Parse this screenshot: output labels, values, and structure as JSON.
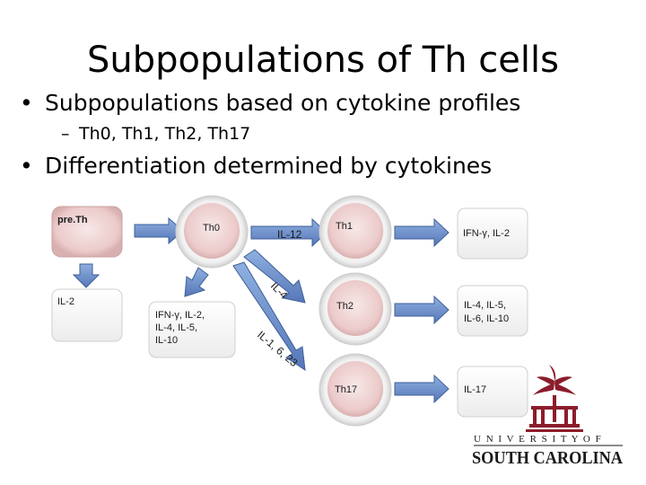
{
  "title": "Subpopulations of Th cells",
  "bullets": [
    {
      "text": "Subpopulations based on cytokine profiles"
    },
    {
      "text": "Differentiation determined by cytokines"
    }
  ],
  "sub_bullet": "Th0, Th1, Th2, Th17",
  "diagram": {
    "cells": {
      "preth": "pre.Th",
      "th0": "Th0",
      "th1": "Th1",
      "th2": "Th2",
      "th17": "Th17"
    },
    "boxes": {
      "il2": "IL-2",
      "th0_line1": "IFN-γ, IL-2,",
      "th0_line2": "IL-4, IL-5,",
      "th0_line3": "IL-10",
      "th1_out": "IFN-γ, IL-2",
      "th2_line1": "IL-4, IL-5,",
      "th2_line2": "IL-6, IL-10",
      "th17_out": "IL-17"
    },
    "inducers": {
      "il12": "IL-12",
      "il4": "IL-4",
      "il1_6_23": "IL-1, 6, 23"
    },
    "colors": {
      "arrow": "#6f8fc8",
      "arrow_edge": "#3f5f9a",
      "cell_fill": "#f4e0e0",
      "cell_ring": "#e9e9e9",
      "box_fill": "#f8f8f8",
      "logo_red": "#8c1d2b"
    }
  },
  "logo": {
    "top": "U N I V E R S I T Y   O F",
    "bottom": "SOUTH CAROLINA"
  }
}
